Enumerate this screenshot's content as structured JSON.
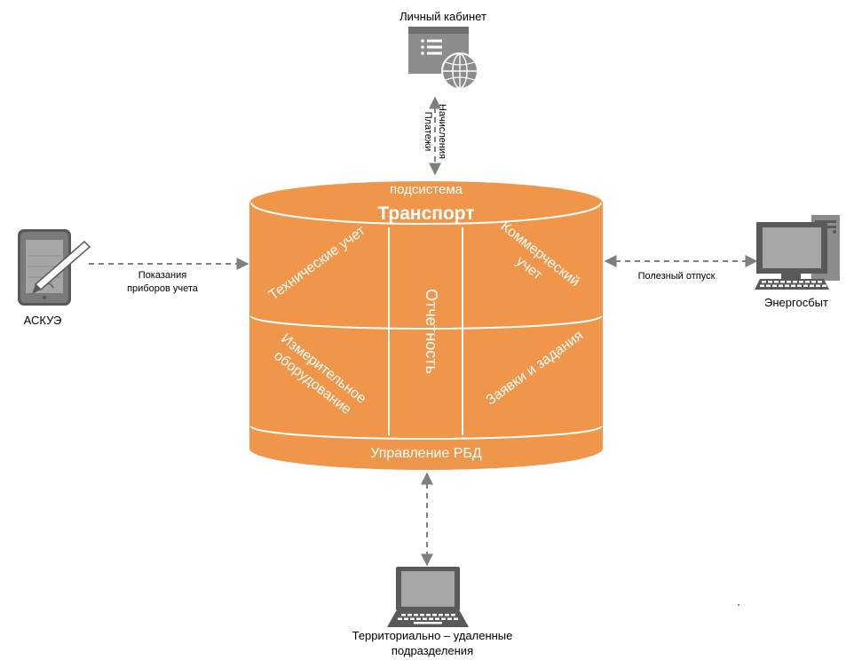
{
  "cylinder": {
    "top_caption": "подсистема",
    "title": "Транспорт",
    "section_technical": "Технические учет",
    "section_commercial_line1": "Коммерческий",
    "section_commercial_line2": "учет",
    "section_measuring_line1": "Измерительное",
    "section_measuring_line2": "оборудование",
    "section_requests": "Заявки и задания",
    "section_reporting": "Отчетность",
    "bottom_label": "Управление РБД",
    "fill_color": "#f0964b",
    "stroke_color": "#ffffff"
  },
  "nodes": {
    "cabinet": {
      "label": "Личный кабинет",
      "icon": "web-window-globe-icon"
    },
    "askue": {
      "label": "АСКУЭ",
      "icon": "tablet-stylus-icon"
    },
    "energosbyt": {
      "label": "Энергосбыт",
      "icon": "desktop-computer-icon"
    },
    "territorial": {
      "label_line1": "Территориально – удаленные",
      "label_line2": "подразделения",
      "icon": "laptop-computer-icon"
    }
  },
  "connections": {
    "cabinet_line1": "Начисления",
    "cabinet_line2": "Платежи",
    "askue_line1": "Показания",
    "askue_line2": "приборов учета",
    "energosbyt": "Полезный отпуск"
  },
  "colors": {
    "arrow": "#7f7f7f",
    "icon_gray": "#8c8c8c",
    "icon_dark": "#595959",
    "screen": "#a6a6a6"
  }
}
